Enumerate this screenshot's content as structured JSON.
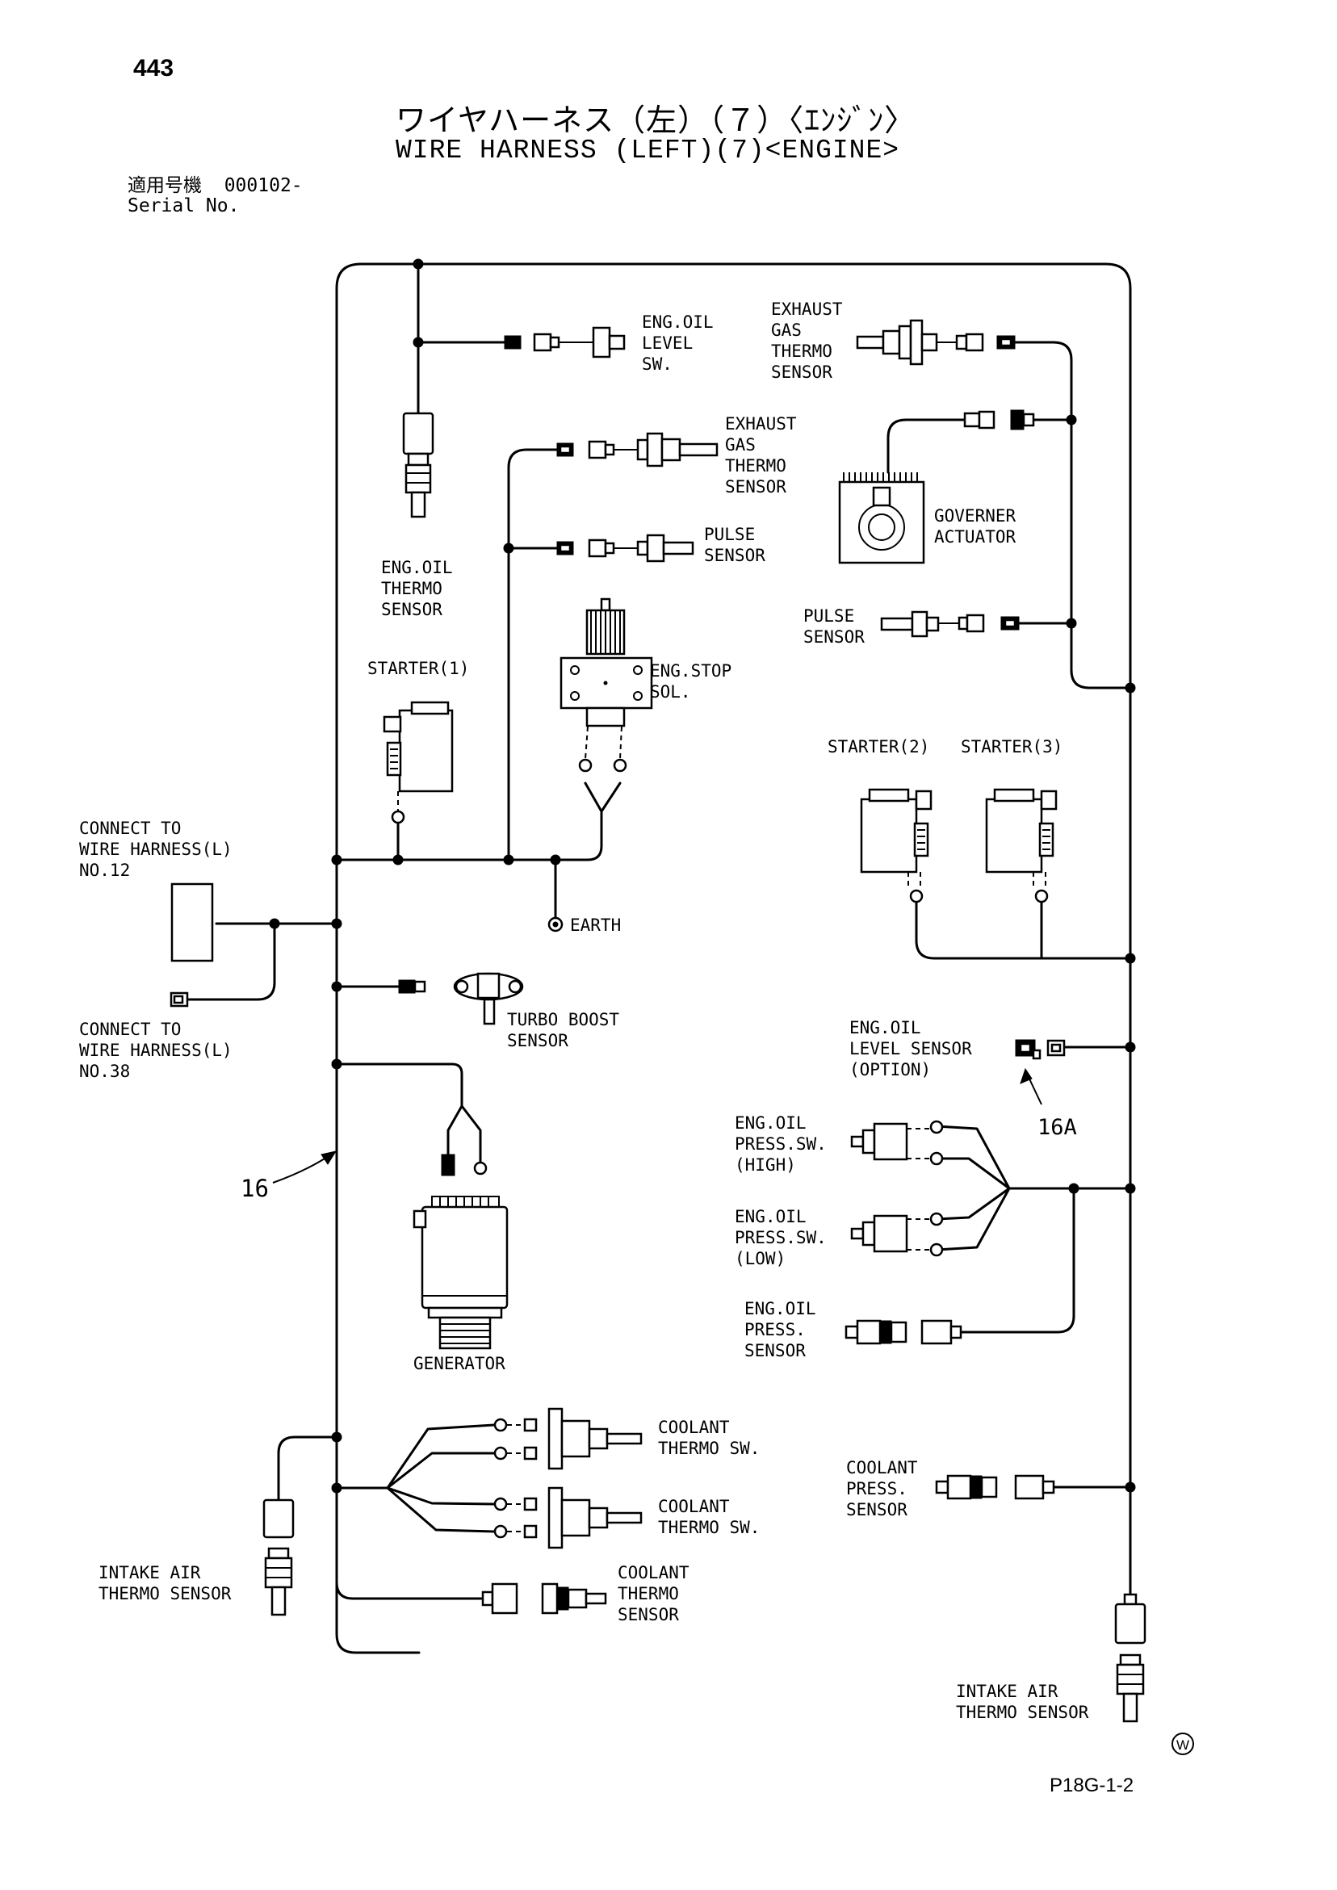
{
  "header": {
    "page_number": "443",
    "title_jp": "ワイヤハーネス（左）（７）〈ｴﾝｼﾞﾝ〉",
    "title_en": "WIRE HARNESS (LEFT)(7)<ENGINE>",
    "serial_label_jp": "適用号機",
    "serial_value": "000102-",
    "serial_label_en": "Serial No."
  },
  "labels": {
    "eng_oil_level_sw": [
      "ENG.OIL",
      "LEVEL",
      "SW."
    ],
    "exhaust_gas_thermo_sensor_top": [
      "EXHAUST",
      "GAS",
      "THERMO",
      "SENSOR"
    ],
    "exhaust_gas_thermo_sensor_mid": [
      "EXHAUST",
      "GAS",
      "THERMO",
      "SENSOR"
    ],
    "governer_actuator": [
      "GOVERNER",
      "ACTUATOR"
    ],
    "pulse_sensor_left": [
      "PULSE",
      "SENSOR"
    ],
    "pulse_sensor_right": [
      "PULSE",
      "SENSOR"
    ],
    "eng_oil_thermo_sensor": [
      "ENG.OIL",
      "THERMO",
      "SENSOR"
    ],
    "starter_1": "STARTER(1)",
    "eng_stop_sol": [
      "ENG.STOP",
      "SOL."
    ],
    "starter_2": "STARTER(2)",
    "starter_3": "STARTER(3)",
    "connect_no12": [
      "CONNECT TO",
      "WIRE HARNESS(L)",
      "NO.12"
    ],
    "earth": "EARTH",
    "turbo_boost_sensor": [
      "TURBO BOOST",
      "SENSOR"
    ],
    "connect_no38": [
      "CONNECT TO",
      "WIRE HARNESS(L)",
      "NO.38"
    ],
    "eng_oil_level_sensor": [
      "ENG.OIL",
      "LEVEL SENSOR",
      "(OPTION)"
    ],
    "ref_16a": "16A",
    "eng_oil_press_sw_high": [
      "ENG.OIL",
      "PRESS.SW.",
      "(HIGH)"
    ],
    "ref_16": "16",
    "eng_oil_press_sw_low": [
      "ENG.OIL",
      "PRESS.SW.",
      "(LOW)"
    ],
    "eng_oil_press_sensor": [
      "ENG.OIL",
      "PRESS.",
      "SENSOR"
    ],
    "generator": "GENERATOR",
    "coolant_thermo_sw_1": [
      "COOLANT",
      "THERMO SW."
    ],
    "coolant_thermo_sw_2": [
      "COOLANT",
      "THERMO SW."
    ],
    "coolant_press_sensor": [
      "COOLANT",
      "PRESS.",
      "SENSOR"
    ],
    "coolant_thermo_sensor": [
      "COOLANT",
      "THERMO",
      "SENSOR"
    ],
    "intake_air_thermo_sensor_left": [
      "INTAKE AIR",
      "THERMO SENSOR"
    ],
    "intake_air_thermo_sensor_right": [
      "INTAKE AIR",
      "THERMO SENSOR"
    ],
    "w_mark": "W"
  },
  "footer": {
    "figure_code": "P18G-1-2"
  }
}
